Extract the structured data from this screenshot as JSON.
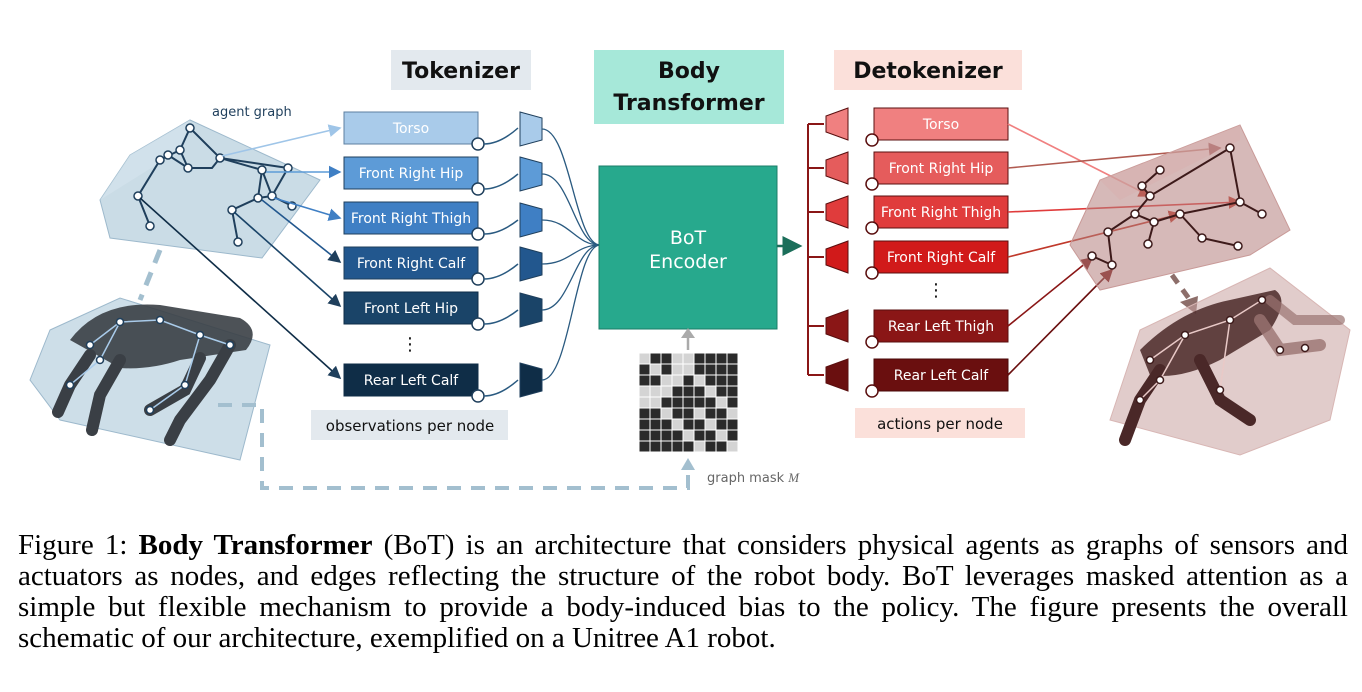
{
  "figure": {
    "tokenizer_title": "Tokenizer",
    "body_transformer_title_line1": "Body",
    "body_transformer_title_line2": "Transformer",
    "detokenizer_title": "Detokenizer",
    "agent_graph_label": "agent graph",
    "encoder_line1": "BoT",
    "encoder_line2": "Encoder",
    "observations_label": "observations per node",
    "actions_label": "actions per node",
    "graph_mask_label": "graph mask",
    "graph_mask_symbol": "M",
    "ellipsis": "⋮",
    "tokenizer_nodes": [
      "Torso",
      "Front Right Hip",
      "Front Right Thigh",
      "Front Right Calf",
      "Front Left Hip",
      "Rear Left Calf"
    ],
    "detokenizer_nodes": [
      "Torso",
      "Front Right Hip",
      "Front Right Thigh",
      "Front Right Calf",
      "Rear Left Thigh",
      "Rear Left Calf"
    ],
    "colors": {
      "tokenizer_fills": [
        "#a9cbea",
        "#5d9bd7",
        "#3f7fc4",
        "#22578e",
        "#1a4468",
        "#0f2d47"
      ],
      "detokenizer_fills": [
        "#f08080",
        "#e55c5c",
        "#e03c3c",
        "#d11a1a",
        "#8a1616",
        "#6a0f0f"
      ],
      "encoder": "#27a98d",
      "tokenizer_bg": "#e3e9ee",
      "transformer_bg": "#a6e8d9",
      "detokenizer_bg": "#fbe0da"
    },
    "mask_grid": [
      [
        1,
        0,
        0,
        1,
        1,
        0,
        0,
        0,
        0
      ],
      [
        0,
        1,
        0,
        1,
        1,
        0,
        0,
        0,
        0
      ],
      [
        0,
        0,
        1,
        1,
        0,
        1,
        0,
        0,
        0
      ],
      [
        1,
        1,
        1,
        0,
        0,
        0,
        1,
        0,
        0
      ],
      [
        1,
        1,
        0,
        0,
        0,
        0,
        0,
        1,
        0
      ],
      [
        0,
        0,
        1,
        0,
        0,
        1,
        0,
        0,
        1
      ],
      [
        0,
        0,
        0,
        1,
        0,
        0,
        1,
        0,
        0
      ],
      [
        0,
        0,
        0,
        0,
        1,
        0,
        0,
        1,
        0
      ],
      [
        0,
        0,
        0,
        0,
        0,
        1,
        0,
        0,
        1
      ]
    ]
  },
  "caption": {
    "prefix": "Figure 1: ",
    "bold": "Body Transformer",
    "rest": " (BoT) is an architecture that considers physical agents as graphs of sensors and actuators as nodes, and edges reflecting the structure of the robot body. BoT leverages masked attention as a simple but flexible mechanism to provide a body-induced bias to the policy. The figure presents the overall schematic of our architecture, exemplified on a Unitree A1 robot."
  }
}
